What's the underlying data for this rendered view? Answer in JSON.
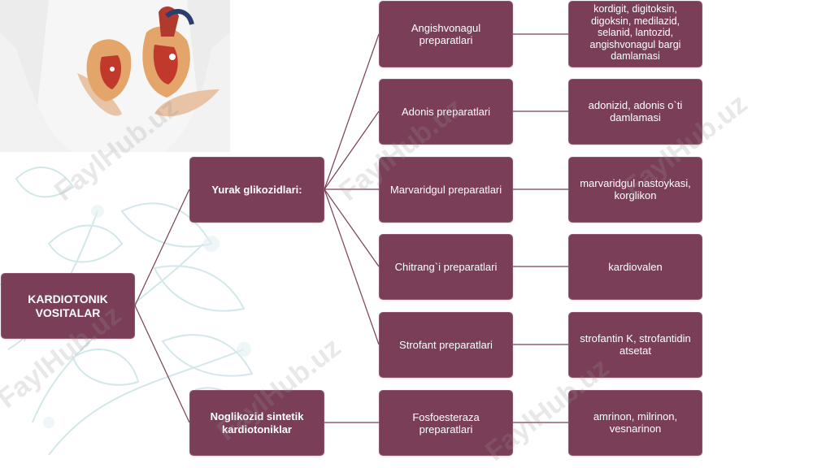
{
  "root": {
    "label": "KARDIOTONIK VOSITALAR"
  },
  "categories": [
    {
      "label": "Yurak glikozidlari:"
    },
    {
      "label": "Noglikozid sintetik kardiotoniklar"
    }
  ],
  "preparations": [
    {
      "label": "Angishvonagul preparatlari"
    },
    {
      "label": "Adonis preparatlari"
    },
    {
      "label": "Marvaridgul preparatlari"
    },
    {
      "label": "Chitrang`i preparatlari"
    },
    {
      "label": "Strofant preparatlari"
    },
    {
      "label": "Fosfoesteraza preparatlari"
    }
  ],
  "examples": [
    {
      "label": "kordigit, digitoksin, digoksin, medilazid, selanid, lantozid, angishvonagul bargi damlamasi"
    },
    {
      "label": "adonizid, adonis o`ti damlamasi"
    },
    {
      "label": "marvaridgul nastoykasi, korglikon"
    },
    {
      "label": "kardiovalen"
    },
    {
      "label": "strofantin K, strofantidin atsetat"
    },
    {
      "label": "amrinon, milrinon, vesnarinon"
    }
  ],
  "watermark": {
    "text": "FaylHub.uz"
  },
  "colors": {
    "box": "#7a3e58",
    "line": "#7a3e58"
  }
}
